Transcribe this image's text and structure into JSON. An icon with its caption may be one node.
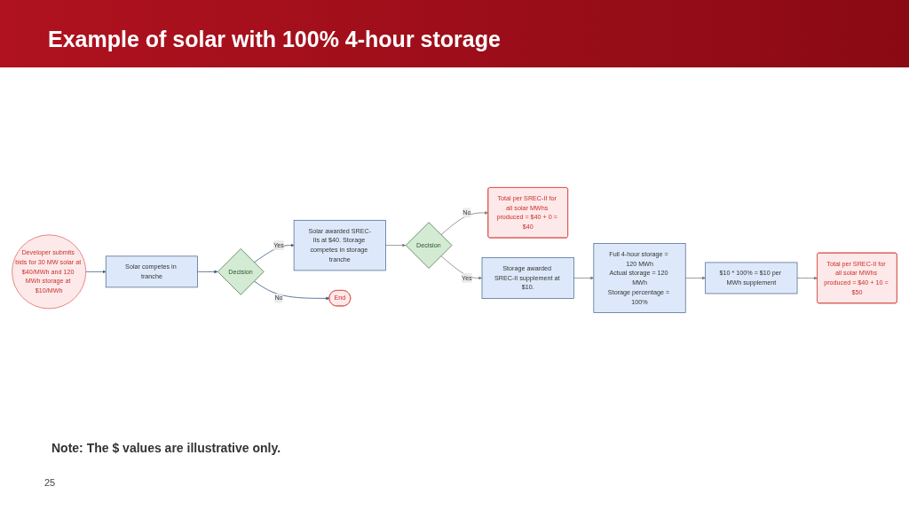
{
  "diagram": {
    "title": "Example of solar with 100% 4-hour storage",
    "nodes": [
      {
        "text": [
          "Developer submits bids for 30 MW solar at $40/MWh and 120 MWh storage at $10/MWh"
        ]
      },
      {
        "text": [
          "Solar competes in tranche"
        ]
      },
      {
        "text": [
          "Decision"
        ]
      },
      {
        "text": [
          "Solar awarded SREC-IIs at $40. Storage competes in storage tranche"
        ]
      },
      {
        "text": [
          "End"
        ]
      },
      {
        "text": [
          "Decision"
        ]
      },
      {
        "text": [
          "Total per SREC-II for all solar MWhs produced = $40 + 0 = $40"
        ]
      },
      {
        "text": [
          "Storage awarded SREC-II supplement at $10."
        ]
      },
      {
        "text": [
          "Full 4-hour storage = 120 MWh",
          "Actual storage = 120 MWh",
          "Storage percentage = 100%"
        ]
      },
      {
        "text": [
          "$10 * 100% = $10 per MWh supplement"
        ]
      },
      {
        "text": [
          "Total per SREC-II for all solar MWhs produced = $40 + 10 = $50"
        ]
      }
    ],
    "edges": [
      {
        "from": 0,
        "to": 1,
        "arrow": "to",
        "color": "#3b5b82"
      },
      {
        "from": 1,
        "to": 2,
        "arrow": "to",
        "color": "#3b5b82"
      },
      {
        "from": 2,
        "to": 3,
        "label": "Yes",
        "arrow": "to",
        "color": "#3b5b82"
      },
      {
        "from": 2,
        "to": 4,
        "label": "No",
        "arrow": "to",
        "color": "#3b5b82"
      },
      {
        "from": 3,
        "to": 5,
        "arrow": "to"
      },
      {
        "from": 5,
        "to": 6,
        "label": "No",
        "arrow": "to"
      },
      {
        "from": 5,
        "to": 7,
        "label": "Yes",
        "arrow": "to"
      },
      {
        "from": 7,
        "to": 8,
        "arrow": "to"
      },
      {
        "from": 8,
        "to": 9,
        "arrow": "to"
      },
      {
        "from": 9,
        "to": 10,
        "arrow": "to"
      }
    ],
    "labels": [
      "Note: The $ values are illustrative only.",
      "25"
    ]
  }
}
